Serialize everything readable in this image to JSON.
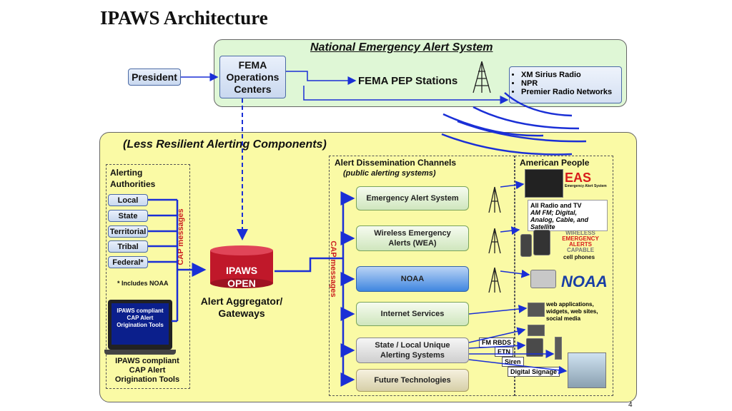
{
  "title": "IPAWS Architecture",
  "nation": {
    "title": "National Emergency Alert System",
    "president": "President",
    "fema_ops": [
      "FEMA",
      "Operations",
      "Centers"
    ],
    "pep": "FEMA PEP Stations",
    "radio_list": [
      "XM Sirius Radio",
      "NPR",
      "Premier Radio Networks"
    ]
  },
  "less_resilient": "(Less Resilient Alerting Components)",
  "authorities": {
    "title": [
      "Alerting",
      "Authorities"
    ],
    "items": [
      "Local",
      "State",
      "Territorial",
      "Tribal",
      "Federal*"
    ],
    "note": "* Includes NOAA",
    "laptop_text": [
      "IPAWS compliant",
      "CAP Alert",
      "Origination Tools"
    ],
    "caption": [
      "IPAWS compliant",
      "CAP Alert",
      "Origination Tools"
    ]
  },
  "cap_messages_left": "CAP messages",
  "cap_messages_right": "CAP messages",
  "ipaws": {
    "label": [
      "IPAWS",
      "OPEN"
    ],
    "caption": [
      "Alert Aggregator/",
      "Gateways"
    ]
  },
  "channels": {
    "title": "Alert Dissemination  Channels",
    "subtitle": "(public alerting systems)",
    "items": [
      "Emergency Alert System",
      "Wireless Emergency\nAlerts (WEA)",
      "NOAA",
      "Internet Services",
      "State / Local Unique\nAlerting Systems",
      "Future Technologies"
    ]
  },
  "people": {
    "title": "American People",
    "eas": "EAS",
    "eas_sub": "Emergency Alert System",
    "radio_tv": [
      "All Radio and TV",
      "AM FM; Digital,",
      "Analog, Cable, and",
      "Satellite"
    ],
    "wea_logo": [
      "WIRELESS",
      "EMERGENCY",
      "ALERTS",
      "CAPABLE"
    ],
    "cell": "cell phones",
    "noaa_logo": "NOAA",
    "web": [
      "web applications,",
      "widgets, web sites,",
      "social media"
    ]
  },
  "sub_tags": [
    "FM RBDS",
    "ETN",
    "Siren",
    "Digital Signage"
  ],
  "page_number": "4",
  "colors": {
    "green_panel": "#dff7d6",
    "yellow_panel": "#fafaa5",
    "ipaws_red": "#c0182a",
    "connector_blue": "#1a2fd6",
    "cap_red": "#cc2222"
  }
}
